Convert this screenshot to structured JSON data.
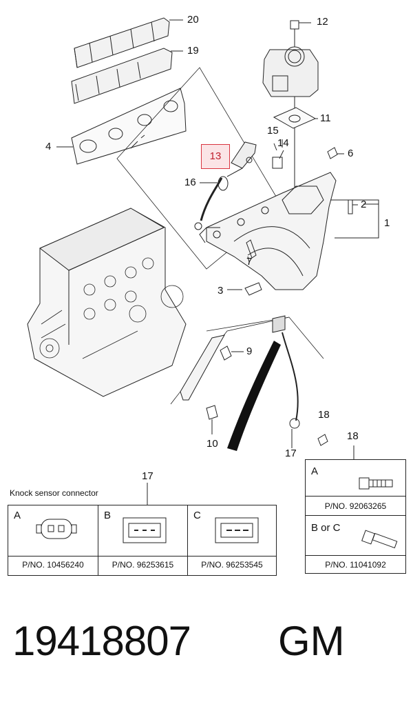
{
  "callouts": {
    "c1": "1",
    "c2": "2",
    "c3": "3",
    "c4": "4",
    "c6": "6",
    "c7": "7",
    "c9": "9",
    "c10": "10",
    "c11": "11",
    "c12": "12",
    "c13": "13",
    "c14": "14",
    "c15": "15",
    "c16": "16",
    "c17": "17",
    "c18a": "18",
    "c18b": "18",
    "c19": "19",
    "c20": "20",
    "c17b": "17"
  },
  "knock_sensor": {
    "title": "Knock sensor connector",
    "cells": [
      {
        "letter": "A",
        "pn": "P/NO. 10456240"
      },
      {
        "letter": "B",
        "pn": "P/NO. 96253615"
      },
      {
        "letter": "C",
        "pn": "P/NO. 96253545"
      }
    ]
  },
  "bolts": {
    "cells": [
      {
        "letter": "A",
        "pn": "P/NO. 92063265"
      },
      {
        "letter": "B or C",
        "pn": "P/NO. 11041092"
      }
    ]
  },
  "footer": {
    "part_number": "19418807",
    "brand": "GM"
  },
  "colors": {
    "highlight_border": "#d9333f",
    "highlight_fill": "#fbe4e6",
    "line": "#222222"
  }
}
